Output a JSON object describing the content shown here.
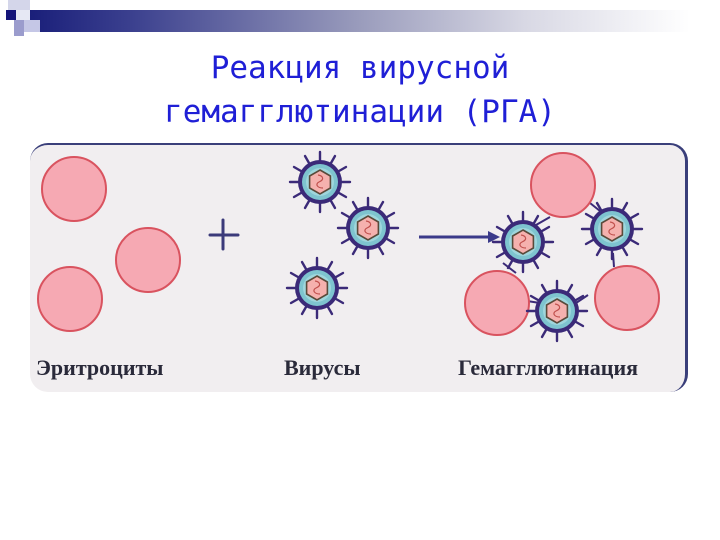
{
  "slide": {
    "title_line1": "Реакция вирусной",
    "title_line2": "гемагглютинации (РГА)",
    "title_color": "#1f1fd6"
  },
  "figure": {
    "labels": {
      "erythrocytes": "Эритроциты",
      "viruses": "Вирусы",
      "hemagglutination": "Гемагглютинация"
    },
    "operator_plus": "+",
    "arrow": "→",
    "colors": {
      "erythrocyte_fill": "#f6a9b3",
      "erythrocyte_stroke": "#d9535f",
      "virus_envelope": "#3b2a78",
      "virus_inner_ring": "#7ec4cf",
      "virus_capsid": "#f5b1ae",
      "frame": "#3a3f7a"
    }
  }
}
